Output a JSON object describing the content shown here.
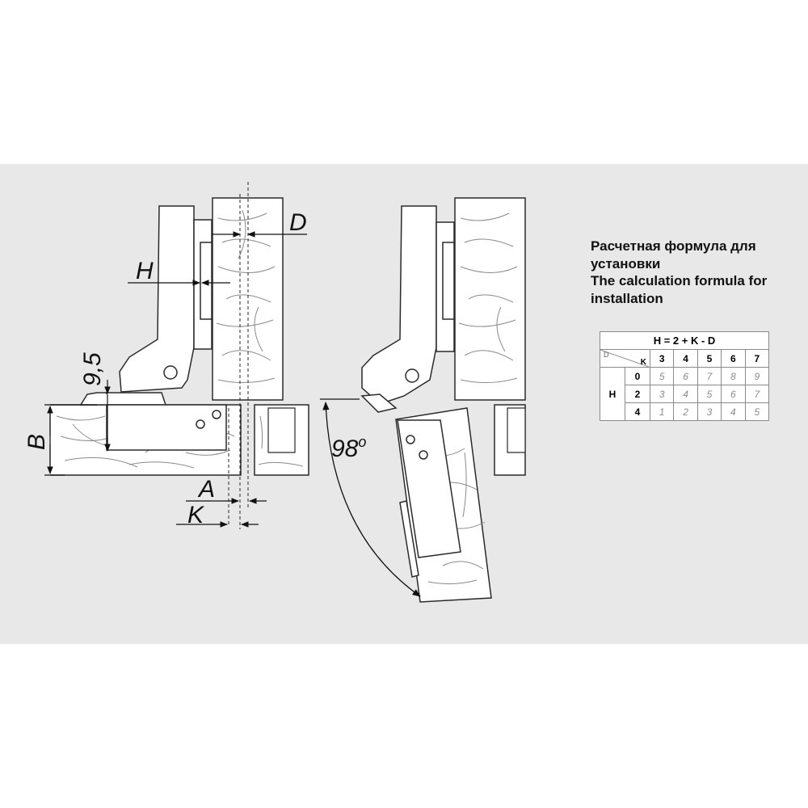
{
  "labels": {
    "D": "D",
    "H": "H",
    "dim_9_5": "9,5",
    "B": "B",
    "A": "A",
    "K": "K",
    "angle": "98",
    "angle_sup": "o"
  },
  "caption": {
    "line1": "Расчетная формула для",
    "line2": "установки",
    "line3": "The calculation formula for",
    "line4": "installation"
  },
  "table": {
    "formula": "H = 2 + K - D",
    "d_label": "D",
    "k_label": "K",
    "h_label": "H",
    "d_values": [
      "3",
      "4",
      "5",
      "6",
      "7"
    ],
    "rows": [
      {
        "k": "0",
        "h": [
          "5",
          "6",
          "7",
          "8",
          "9"
        ]
      },
      {
        "k": "2",
        "h": [
          "3",
          "4",
          "5",
          "6",
          "7"
        ]
      },
      {
        "k": "4",
        "h": [
          "1",
          "2",
          "3",
          "4",
          "5"
        ]
      }
    ]
  },
  "colors": {
    "panel": "#e8e8e8",
    "stroke": "#2a2a2a",
    "hinge_fill": "#ffffff",
    "table_h_values": "#8a8a8a"
  }
}
